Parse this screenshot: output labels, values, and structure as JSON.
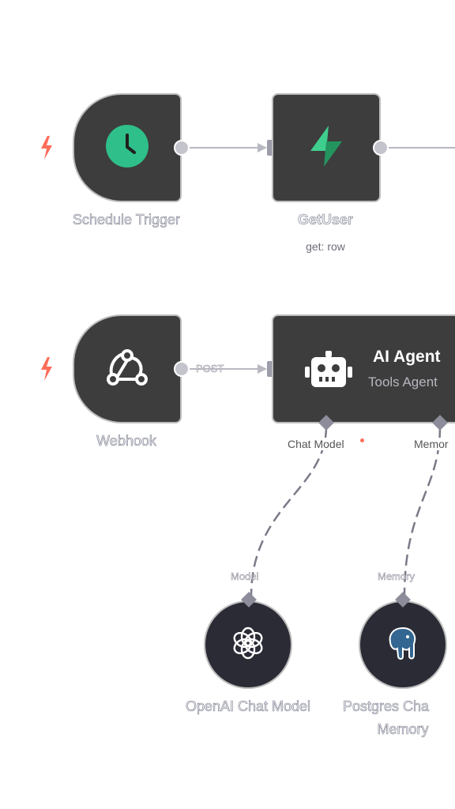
{
  "nodes": {
    "schedule_trigger": {
      "label": "Schedule Trigger",
      "icon": "clock-icon"
    },
    "get_user": {
      "label": "GetUser",
      "sublabel": "get: row",
      "icon": "supabase-bolt-icon"
    },
    "webhook": {
      "label": "Webhook",
      "icon": "webhook-icon"
    },
    "ai_agent": {
      "title": "AI Agent",
      "subtitle": "Tools Agent",
      "icon": "robot-icon"
    },
    "openai_chat_model": {
      "label": "OpenAI Chat Model",
      "icon": "openai-icon"
    },
    "postgres_chat_memory": {
      "label_line1": "Postgres Cha",
      "label_line2": "Memory",
      "icon": "postgres-elephant-icon"
    }
  },
  "connections": {
    "webhook_to_agent": "POST",
    "agent_chat_model_port": "Chat Model",
    "agent_memory_port": "Memor",
    "model_input": "Model",
    "memory_input": "Memory"
  },
  "colors": {
    "node_bg": "#3d3d3d",
    "node_border": "#bdbdbd",
    "trigger_bolt": "#ff6d5a",
    "clock_green": "#2fbf8a",
    "supabase_green": "#3ecf8e",
    "wire": "#b8b8c2",
    "dashed_wire": "#7a7a88"
  }
}
